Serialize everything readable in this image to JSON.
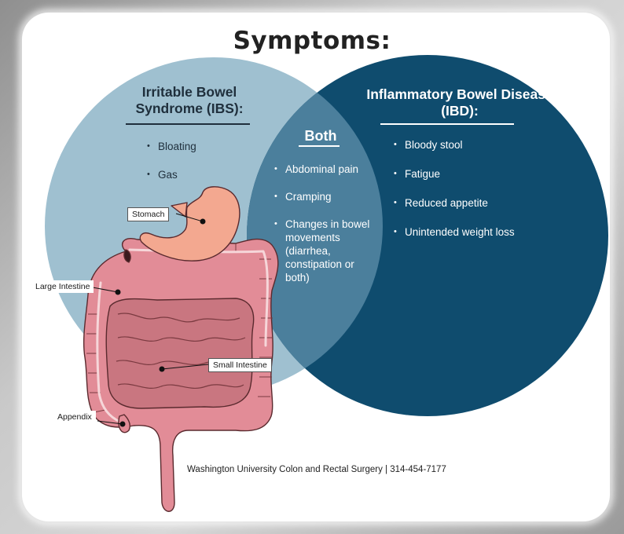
{
  "title": "Symptoms:",
  "ibs": {
    "heading": "Irritable Bowel Syndrome (IBS):",
    "items": [
      "Bloating",
      "Gas"
    ]
  },
  "both": {
    "heading": "Both",
    "items": [
      "Abdominal pain",
      "Cramping",
      "Changes in bowel movements (diarrhea, constipation or both)"
    ]
  },
  "ibd": {
    "heading": "Inflammatory Bowel Disease (IBD):",
    "items": [
      "Bloody stool",
      "Fatigue",
      "Reduced appetite",
      "Unintended weight loss"
    ]
  },
  "anatomy_labels": {
    "stomach": "Stomach",
    "large_intestine": "Large Intestine",
    "small_intestine": "Small Intestine",
    "appendix": "Appendix"
  },
  "footer": "Washington University Colon and Rectal Surgery | 314-454-7177",
  "colors": {
    "ibs_circle": "#9fc0d0",
    "ibd_circle": "#0f4c6e",
    "overlap": "#4b7f9c",
    "organ": "#e28c97",
    "organ_outline": "#5a2a2e",
    "stomach": "#f3a890"
  }
}
